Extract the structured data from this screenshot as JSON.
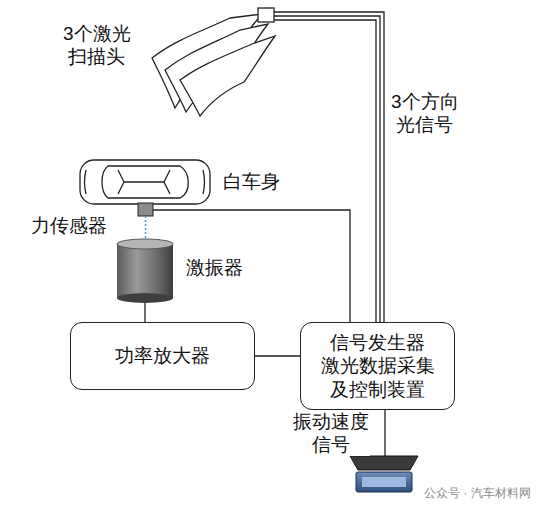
{
  "diagram": {
    "nodes": [
      {
        "text": [
          "功率放大器"
        ]
      },
      {
        "text": [
          "信号发生器 激光数据采集 及控制装置"
        ]
      }
    ],
    "edges": [
      {
        "from": 0,
        "to": 1,
        "arrow": "none"
      }
    ],
    "labels": [
      "3个激光 扫描头",
      "3个方向 光信号",
      "白车身",
      "力传感器",
      "激振器",
      "振动速度 信号",
      "公众号 · 汽车材料网"
    ]
  }
}
